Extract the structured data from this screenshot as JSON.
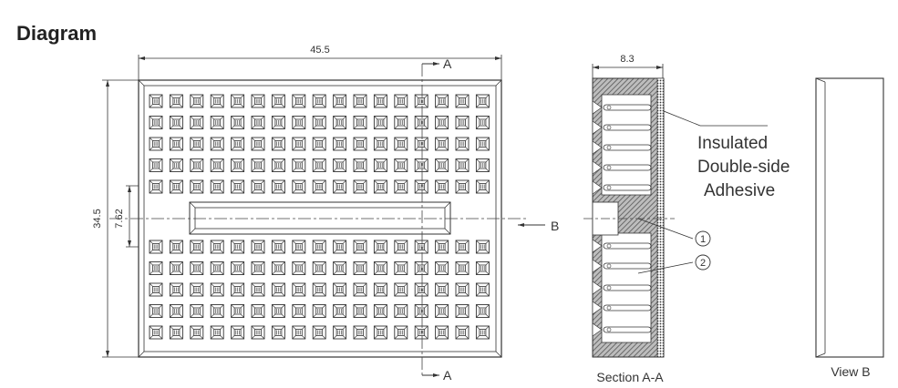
{
  "title": "Diagram",
  "dimensions": {
    "width": "45.5",
    "height": "34.5",
    "gap": "7.62",
    "depth": "8.3"
  },
  "labels": {
    "section_mark": "A",
    "view_mark": "B",
    "section_caption": "Section A-A",
    "view_caption": "View B",
    "adhesive_line1": "Insulated",
    "adhesive_line2": "Double-side",
    "adhesive_line3": "Adhesive",
    "callout_1": "1",
    "callout_2": "2"
  },
  "grid": {
    "columns": 17,
    "rows_per_block": 5,
    "blocks": 2
  },
  "colors": {
    "line": "#333333",
    "hatch": "#555555"
  }
}
